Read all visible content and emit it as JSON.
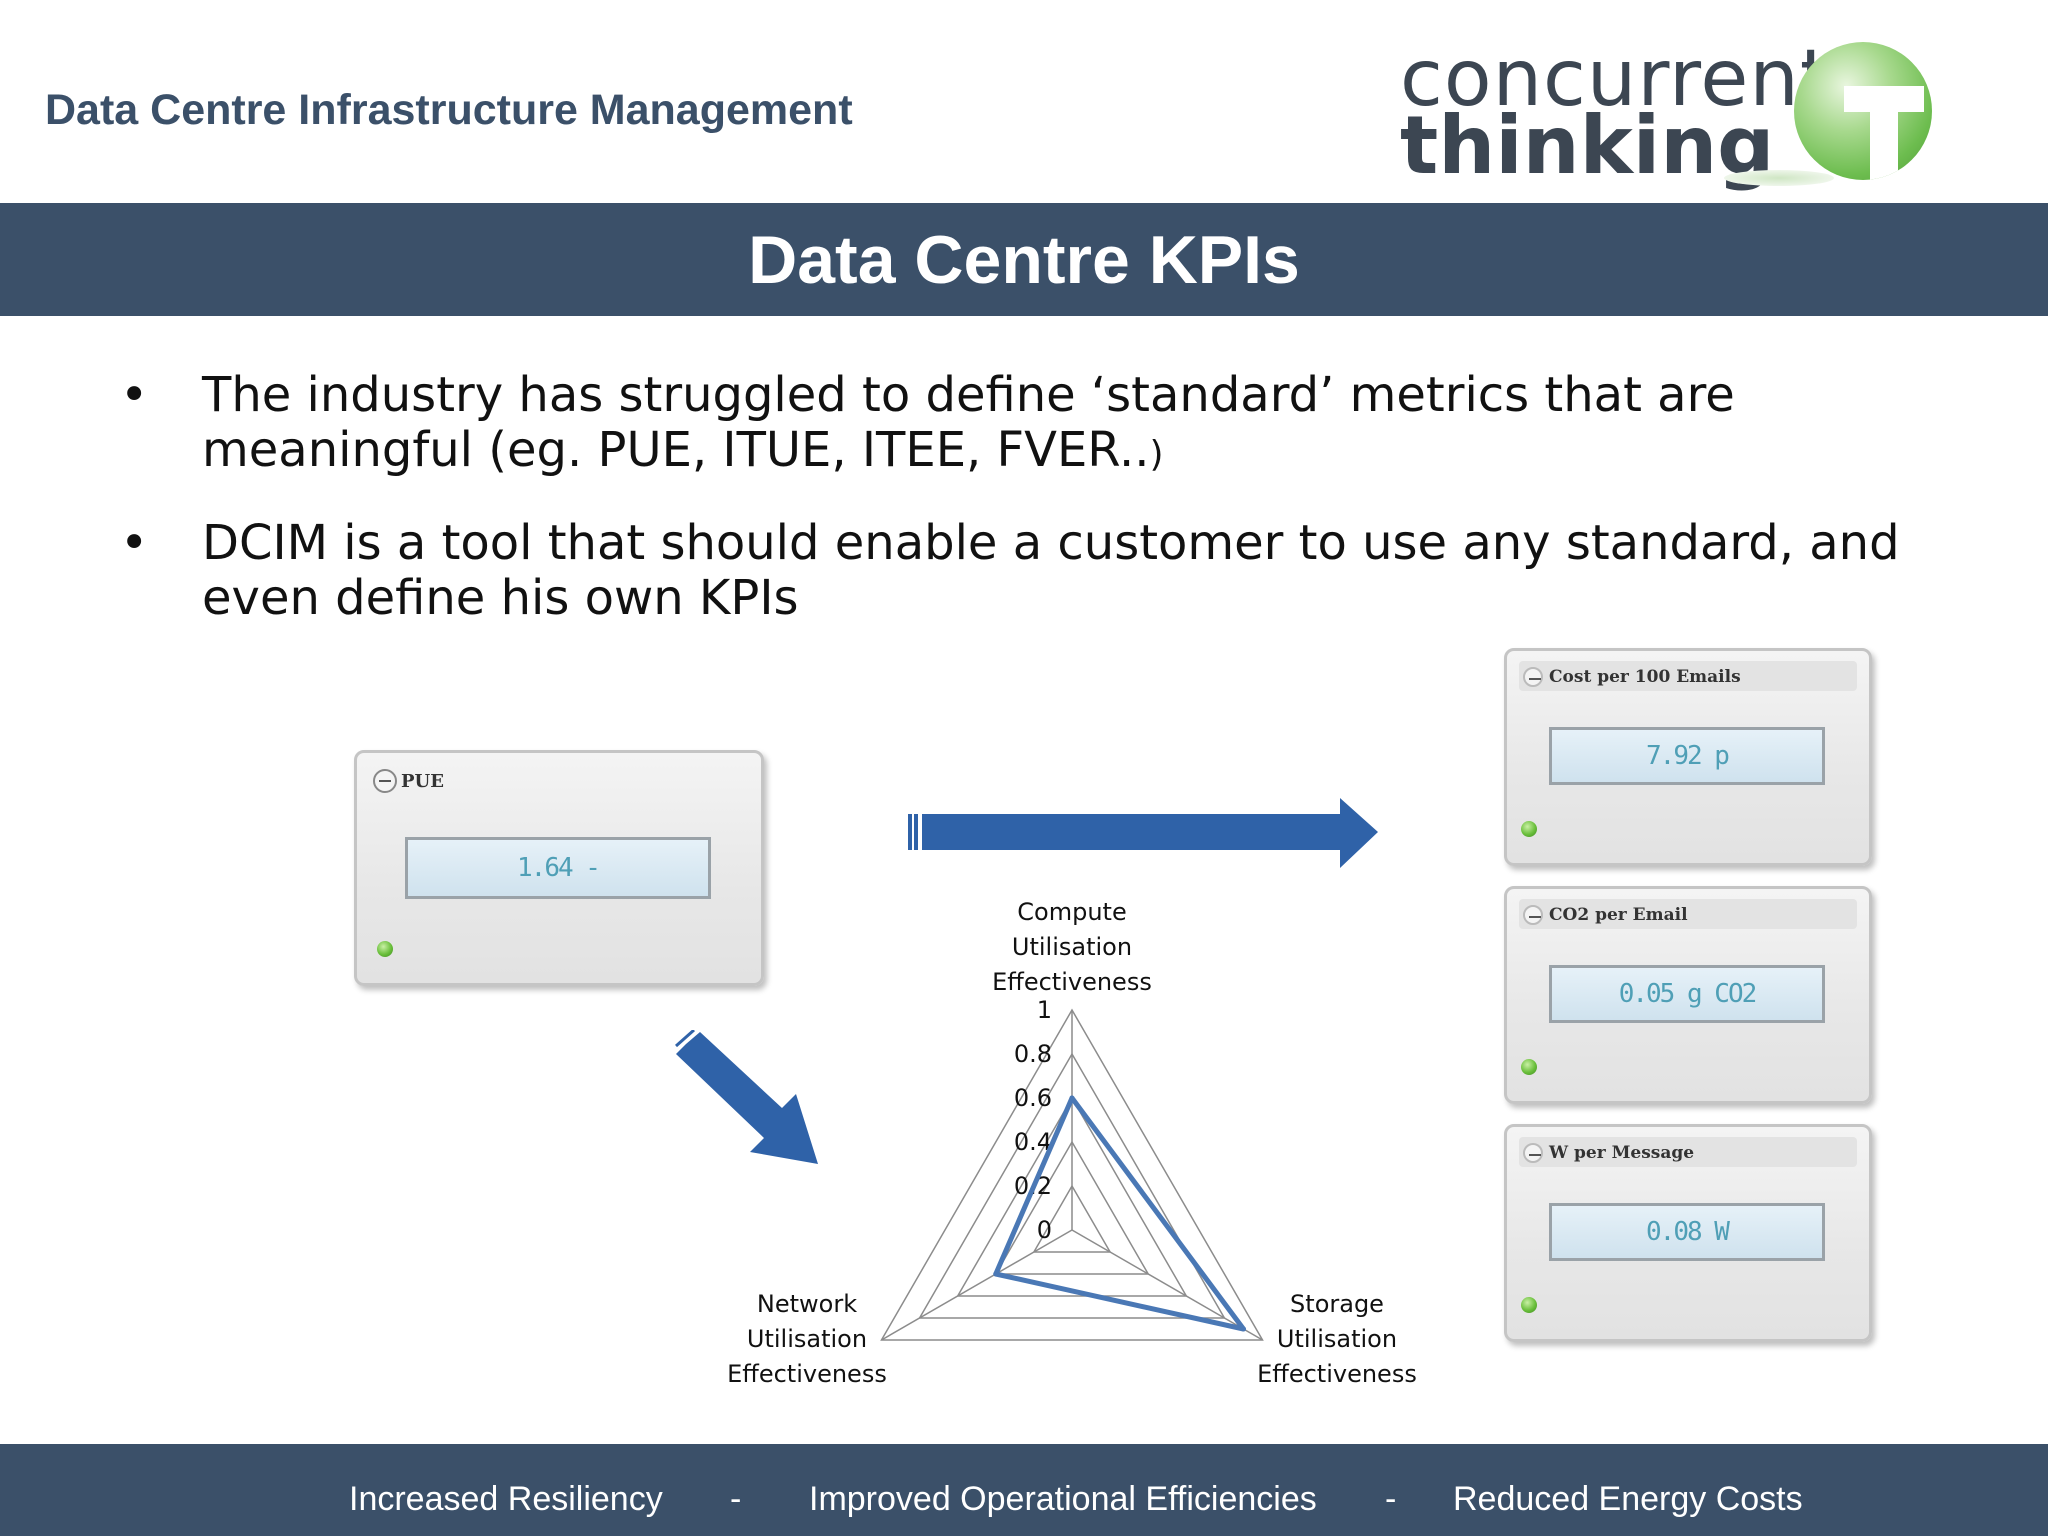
{
  "header": {
    "title": "Data Centre Infrastructure Management"
  },
  "logo": {
    "word1": "concurrent",
    "word2": "thinking"
  },
  "slide_title": "Data Centre KPIs",
  "bullets": [
    {
      "dot": "•",
      "text": "The industry has struggled to define ‘standard’ metrics that are meaningful (eg. PUE,  ITUE, ITEE, FVER..",
      "suffix": ")"
    },
    {
      "dot": "•",
      "text": "DCIM is a tool that should enable a customer to use any standard, and even define his own KPIs"
    }
  ],
  "gauges": {
    "pue": {
      "label": "PUE",
      "value": "1.64 -"
    },
    "cost": {
      "label": "Cost per 100 Emails",
      "value": "7.92 p"
    },
    "co2": {
      "label": "CO2 per Email",
      "value": "0.05 g CO2"
    },
    "watts": {
      "label": "W per Message",
      "value": "0.08 W"
    }
  },
  "chart_data": {
    "type": "radar",
    "axes": [
      {
        "label_lines": [
          "Compute",
          "Utilisation",
          "Effectiveness"
        ]
      },
      {
        "label_lines": [
          "Storage",
          "Utilisation",
          "Effectiveness"
        ]
      },
      {
        "label_lines": [
          "Network",
          "Utilisation",
          "Effectiveness"
        ]
      }
    ],
    "values": [
      0.6,
      0.9,
      0.4
    ],
    "ticks": [
      "0",
      "0.2",
      "0.4",
      "0.6",
      "0.8",
      "1"
    ],
    "range": [
      0,
      1
    ],
    "series_color": "#4a78b5",
    "grid_color": "#8c8c8c"
  },
  "footer": {
    "items": [
      "Increased Resiliency",
      "Improved Operational Efficiencies",
      "Reduced Energy Costs"
    ],
    "separator": "-"
  },
  "colors": {
    "navy": "#3b5069",
    "arrow_blue": "#2f62a8"
  }
}
